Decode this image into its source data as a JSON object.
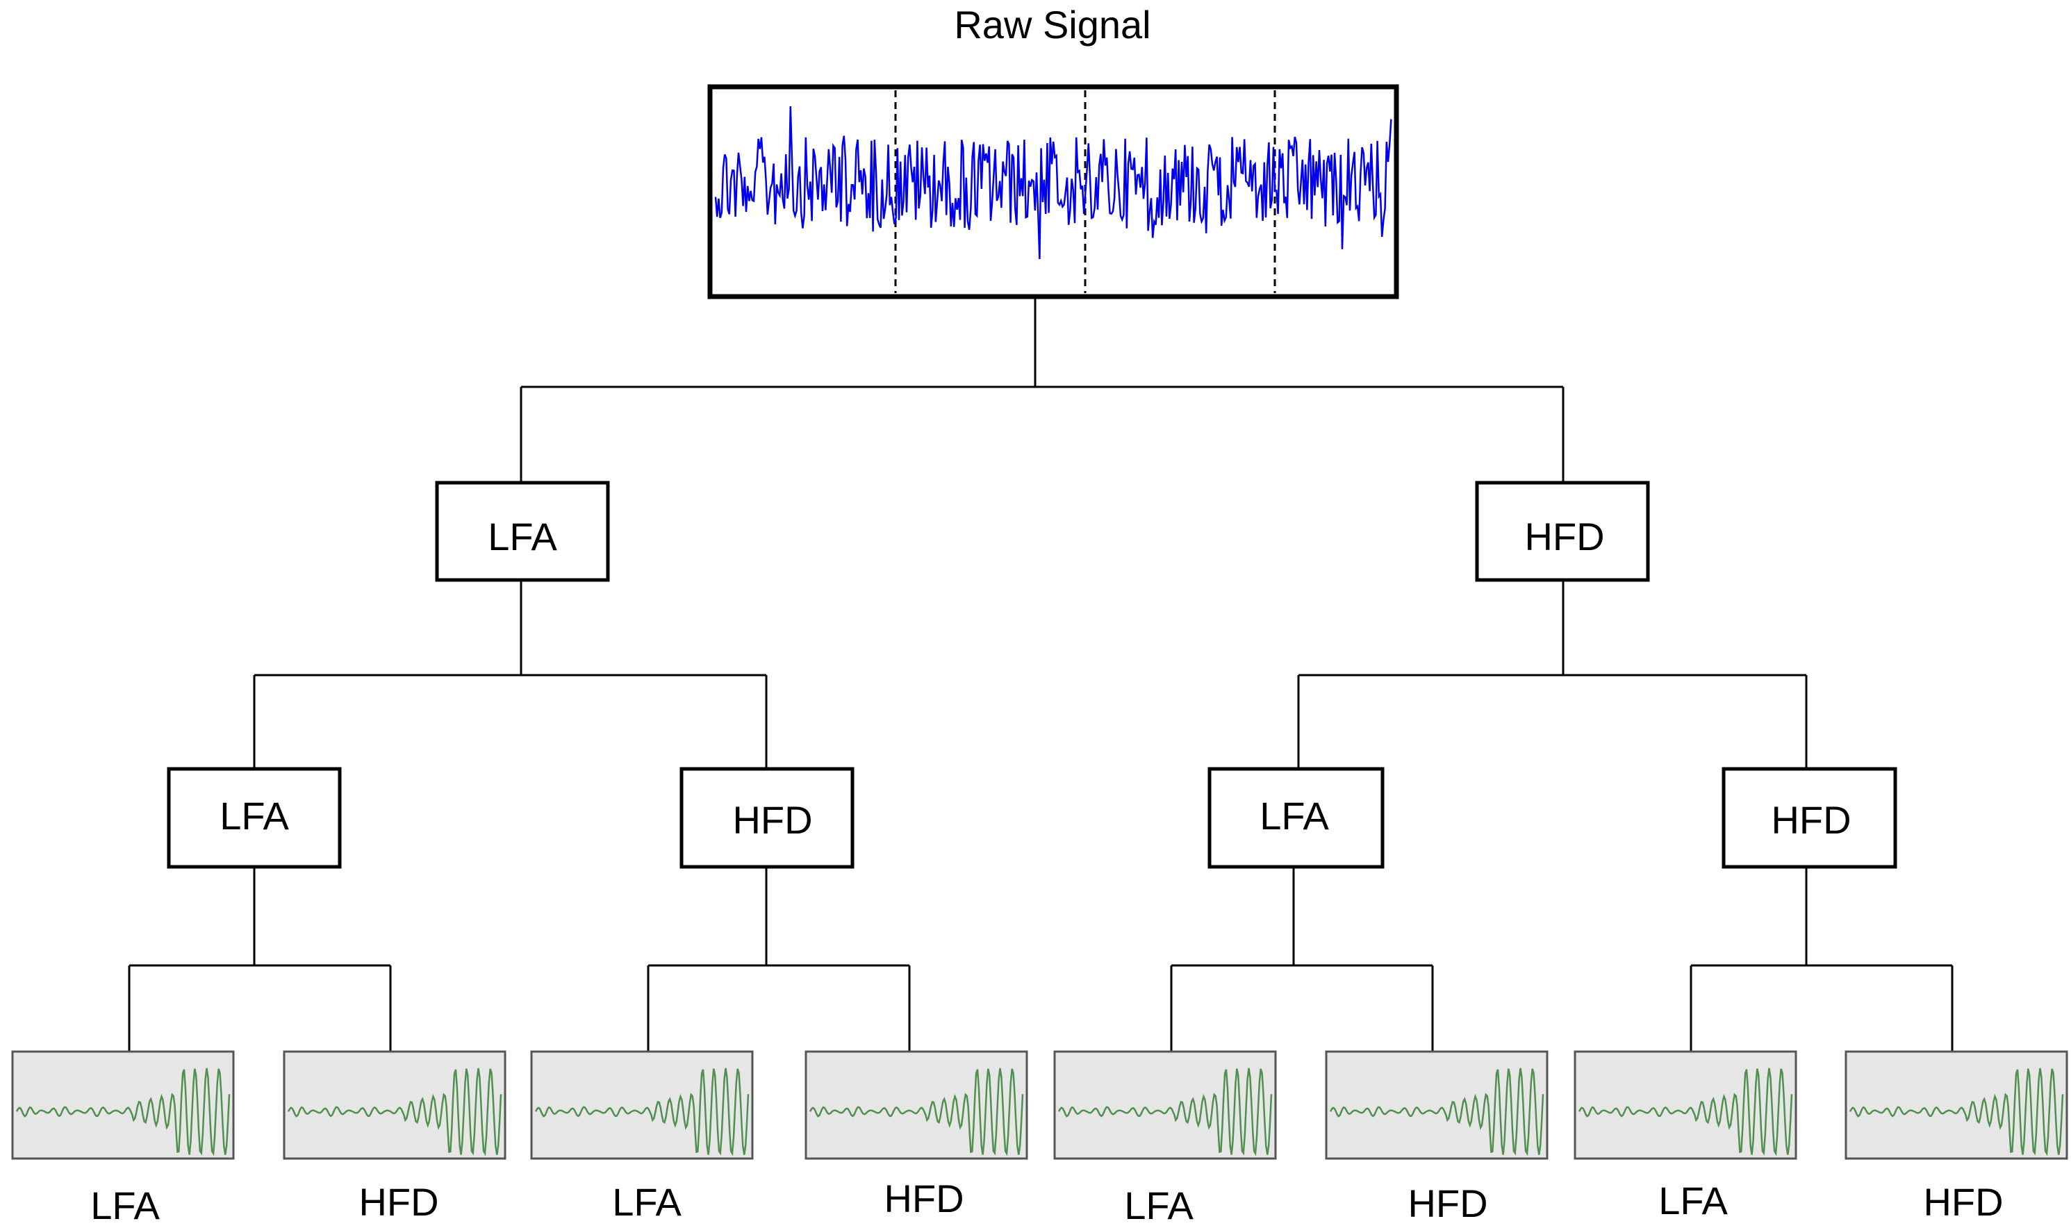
{
  "title": "Raw Signal",
  "colors": {
    "raw_signal": "#0000ee",
    "leaf_signal": "#4f8f4f",
    "leaf_background": "#e6e6e6",
    "line": "#000000"
  },
  "level1": [
    {
      "label": "LFA"
    },
    {
      "label": "HFD"
    }
  ],
  "level2": [
    {
      "label": "LFA"
    },
    {
      "label": "HFD"
    },
    {
      "label": "LFA"
    },
    {
      "label": "HFD"
    }
  ],
  "leaves": [
    {
      "label": "LFA"
    },
    {
      "label": "HFD"
    },
    {
      "label": "LFA"
    },
    {
      "label": "HFD"
    },
    {
      "label": "LFA"
    },
    {
      "label": "HFD"
    },
    {
      "label": "LFA"
    },
    {
      "label": "HFD"
    }
  ]
}
